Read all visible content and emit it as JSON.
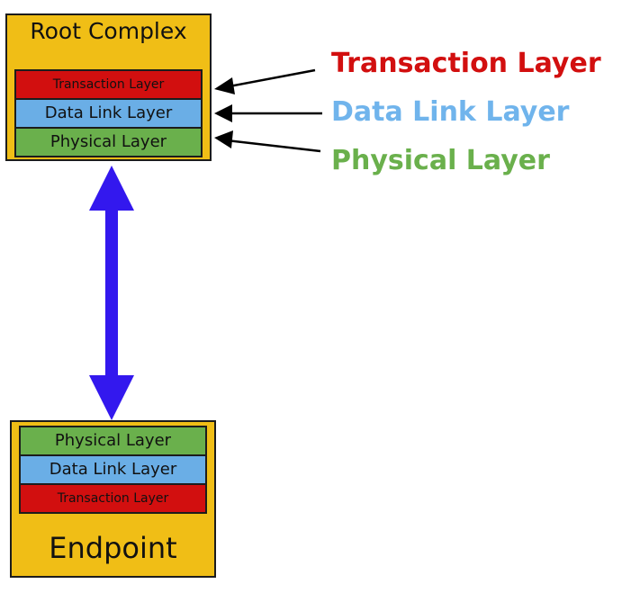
{
  "root_complex": {
    "title": "Root Complex",
    "layers": [
      {
        "label": "Transaction Layer",
        "kind": "transaction"
      },
      {
        "label": "Data Link Layer",
        "kind": "datalink"
      },
      {
        "label": "Physical Layer",
        "kind": "physical"
      }
    ]
  },
  "endpoint": {
    "title": "Endpoint",
    "layers": [
      {
        "label": "Physical Layer",
        "kind": "physical"
      },
      {
        "label": "Data Link Layer",
        "kind": "datalink"
      },
      {
        "label": "Transaction Layer",
        "kind": "transaction"
      }
    ]
  },
  "legend": {
    "transaction": "Transaction Layer",
    "datalink": "Data Link Layer",
    "physical": "Physical Layer"
  },
  "colors": {
    "box_fill": "#f0be16",
    "transaction": "#d20f0f",
    "datalink": "#6aaee6",
    "physical": "#6ab04c",
    "transaction_text": "#d20f0f",
    "datalink_text": "#70b4ec",
    "physical_text": "#6ab04c",
    "link_arrow": "#3318ee",
    "pointer_arrow": "#000000"
  }
}
